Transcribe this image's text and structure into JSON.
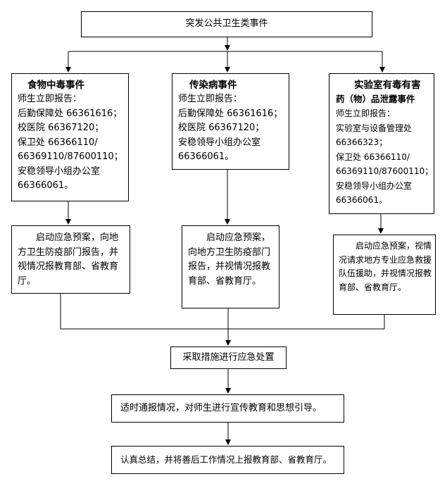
{
  "top": {
    "text": "突发公共卫生类事件"
  },
  "col1": {
    "title": "食物中毒事件",
    "lines": [
      "师生立即报告：",
      "后勤保障处 66361616；",
      "校医院 66367120；",
      "保卫处 66366110/",
      "66369110/87600110；",
      "安稳领导小组办公室",
      "66366061。"
    ],
    "action": "启动应急预案，向地方卫生防疫部门报告，并视情况报教育部、省教育厅。"
  },
  "col2": {
    "title": "传染病事件",
    "lines": [
      "师生立即报告：",
      "后勤保障处 66361616；",
      "校医院 66367120；",
      "安稳领导小组办公室",
      "66366061。"
    ],
    "action": "启动应急预案，向地方卫生防疫部门报告，并视情况报教育部、省教育厅。"
  },
  "col3": {
    "title_lines": [
      "实验室有毒有害",
      "药（物）品泄露事件"
    ],
    "lines": [
      "师生立即报告：",
      "实验室与设备管理处",
      "66366323；",
      "保卫处 66366110/",
      "66369110/87600110；",
      "安稳领导小组办公室",
      "66366061。"
    ],
    "action": "启动应急预案，视情况请求地方专业应急救援队伍援助，并视情况报教育部、省教育厅。"
  },
  "steps": {
    "measures": "采取措施进行应急处置",
    "notify": "适时通报情况，对师生进行宣传教育和思想引导。",
    "summary": "认真总结，并将善后工作情况上报教育部、省教育厅。"
  }
}
